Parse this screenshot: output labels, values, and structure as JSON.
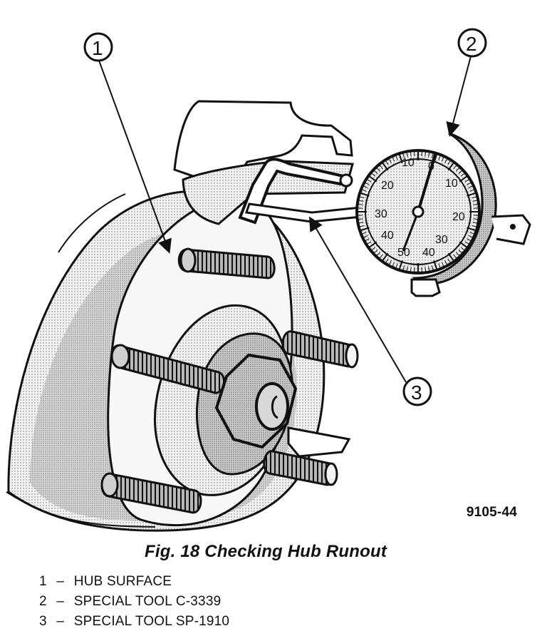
{
  "figure": {
    "code": "9105-44",
    "caption": "Fig. 18 Checking Hub Runout"
  },
  "callouts": [
    {
      "number": "1"
    },
    {
      "number": "2"
    },
    {
      "number": "3"
    }
  ],
  "dial": {
    "scale_labels": [
      "10",
      "20",
      "30",
      "40",
      "50",
      "40",
      "30",
      "20",
      "10",
      "0"
    ]
  },
  "legend": [
    {
      "number": "1",
      "separator": "–",
      "label": "HUB SURFACE"
    },
    {
      "number": "2",
      "separator": "–",
      "label": "SPECIAL TOOL C-3339"
    },
    {
      "number": "3",
      "separator": "–",
      "label": "SPECIAL TOOL SP-1910"
    }
  ],
  "colors": {
    "ink": "#111111",
    "paper": "#ffffff",
    "screen": "#d9d9d9"
  }
}
